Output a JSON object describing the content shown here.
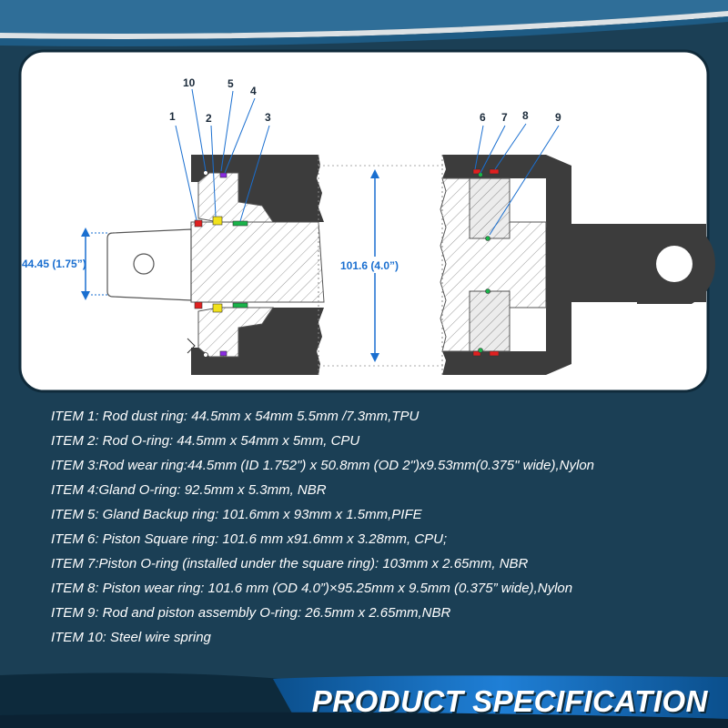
{
  "diagram": {
    "dimensions": {
      "rod_diameter": "44.45 (1.75”)",
      "bore_diameter": "101.6 (4.0”)"
    },
    "callouts_left": [
      "1",
      "10",
      "2",
      "5",
      "4",
      "3"
    ],
    "callouts_right": [
      "6",
      "7",
      "8",
      "9"
    ],
    "colors": {
      "background": "#1b3f55",
      "panel": "#ffffff",
      "body_dark": "#3c3c3c",
      "dimension": "#1a6fd0",
      "seal_red": "#e02020",
      "seal_yellow": "#f1e21c",
      "seal_purple": "#8a2be2",
      "seal_green": "#19b34a"
    }
  },
  "items": [
    "ITEM 1: Rod dust ring: 44.5mm x 54mm 5.5mm /7.3mm,TPU",
    "ITEM 2: Rod O-ring: 44.5mm x 54mm x 5mm, CPU",
    "ITEM 3:Rod wear ring:44.5mm (ID 1.752\") x 50.8mm (OD 2\")x9.53mm(0.375\" wide),Nylon",
    "ITEM 4:Gland O-ring: 92.5mm x 5.3mm, NBR",
    "ITEM 5: Gland Backup ring: 101.6mm x 93mm x 1.5mm,PIFE",
    "ITEM 6: Piston Square ring: 101.6 mm x91.6mm x 3.28mm, CPU;",
    "ITEM 7:Piston O-ring (installed under the square ring): 103mm x 2.65mm, NBR",
    "ITEM 8: Piston wear ring: 101.6 mm (OD 4.0”)×95.25mm x 9.5mm (0.375” wide),Nylon",
    "ITEM 9: Rod and piston assembly O-ring: 26.5mm x 2.65mm,NBR",
    "ITEM 10: Steel wire spring"
  ],
  "banner": {
    "title": "PRODUCT SPECIFICATION"
  }
}
